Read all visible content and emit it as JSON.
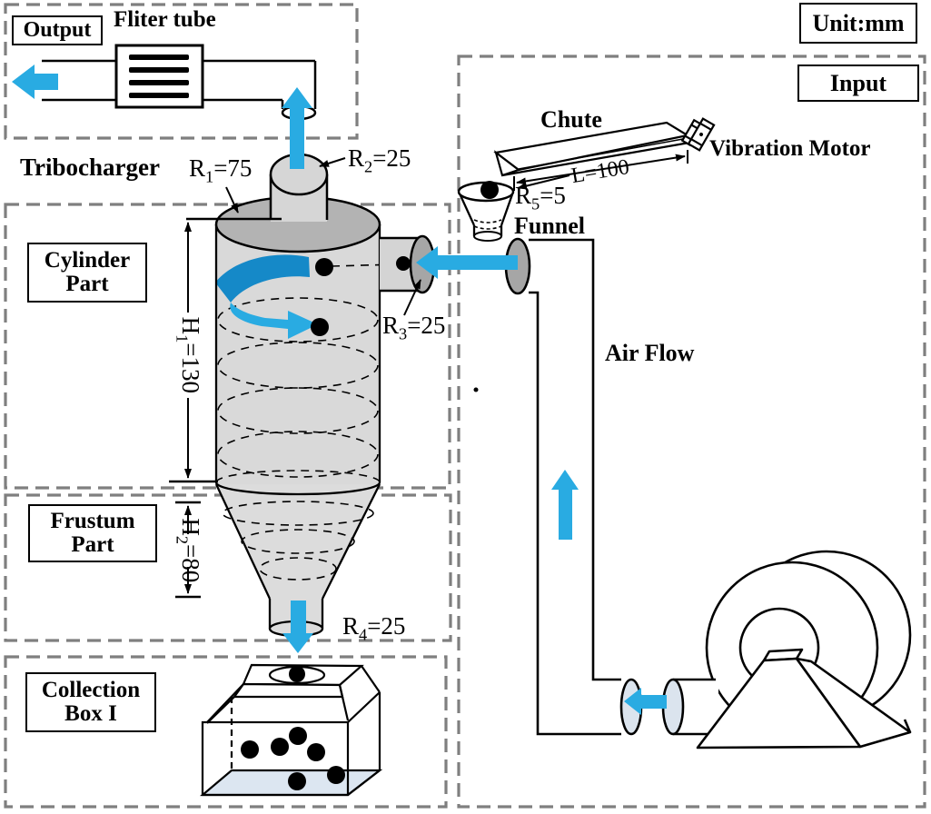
{
  "title_box": {
    "unit": "Unit:mm"
  },
  "regions": {
    "output": {
      "label": "Output"
    },
    "input": {
      "label": "Input"
    },
    "cylinder_part": {
      "line1": "Cylinder",
      "line2": "Part"
    },
    "frustum_part": {
      "line1": "Frustum",
      "line2": "Part"
    },
    "collection_box": {
      "line1": "Collection",
      "line2": "Box I"
    }
  },
  "labels": {
    "filter_tube": "Fliter tube",
    "tribocharger": "Tribocharger",
    "chute": "Chute",
    "vibration_motor": "Vibration Motor",
    "funnel": "Funnel",
    "air_flow": "Air Flow"
  },
  "dimensions": {
    "r1": {
      "base": "R",
      "sub": "1",
      "value": "=75"
    },
    "r2": {
      "base": "R",
      "sub": "2",
      "value": "=25"
    },
    "r3": {
      "base": "R",
      "sub": "3",
      "value": "=25"
    },
    "r4": {
      "base": "R",
      "sub": "4",
      "value": "=25"
    },
    "r5": {
      "base": "R",
      "sub": "5",
      "value": "=5"
    },
    "h1": {
      "base": "H",
      "sub": "1",
      "value": "=130"
    },
    "h2": {
      "base": "H",
      "sub": "2",
      "value": "=80"
    },
    "chute_length": {
      "label": "L=100"
    }
  },
  "colors": {
    "flow_arrow": "#29abe2",
    "swirl_dark": "#1589c8",
    "dashed_border": "#7f7f7f",
    "cylinder_body": "#d9d9d9",
    "cylinder_cap": "#b3b3b3",
    "small_cylinder": "#d6d6d6",
    "pipe_end": "#a6a6a6",
    "duct_end": "#dbe4ee",
    "box_floor": "#dce6f1"
  }
}
